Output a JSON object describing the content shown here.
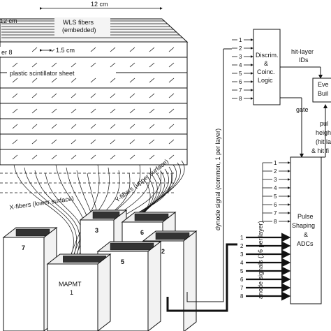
{
  "stack": {
    "width_label": "12 cm",
    "depth_label": "12 cm",
    "fibers_label_line1": "WLS fibers",
    "fibers_label_line2": "(embedded)",
    "fiber_pitch_label": "1.5 cm",
    "layer_label": "er 8",
    "sheet_label": "plastic scintillator sheet",
    "x_fibers_label": "X-fibers (lower surface)",
    "y_fibers_label": "Y-fibers (upper surface)"
  },
  "pmts": {
    "main_label_line1": "MAPMT",
    "main_label_line2": "1",
    "box_numbers": [
      "7",
      "3",
      "6",
      "2",
      "5"
    ]
  },
  "discriminator": {
    "line1": "Discrim.",
    "line2": "&",
    "line3": "Coinc.",
    "line4": "Logic",
    "inputs": [
      "1",
      "2",
      "3",
      "4",
      "5",
      "6",
      "7",
      "8"
    ]
  },
  "hit_layer": {
    "line1": "hit-layer",
    "line2": "IDs"
  },
  "event_builder": {
    "line1": "Eve",
    "line2": "Buil"
  },
  "gate_label": "gate",
  "pulse_heights": {
    "line1": "pul",
    "line2": "heigh",
    "line3": "(hit la",
    "line4": "& hit fi"
  },
  "adc": {
    "line1": "Pulse",
    "line2": "Shaping",
    "line3": "&",
    "line4": "ADCs",
    "dynode_inputs": [
      "1",
      "2",
      "3",
      "4",
      "5",
      "6",
      "7",
      "8"
    ],
    "anode_inputs": [
      "1",
      "2",
      "3",
      "4",
      "5",
      "6",
      "7",
      "8"
    ]
  },
  "dynode_label": "dynode signal (common, 1 per layer)",
  "anode_label": "anode signals (16 per layer)"
}
